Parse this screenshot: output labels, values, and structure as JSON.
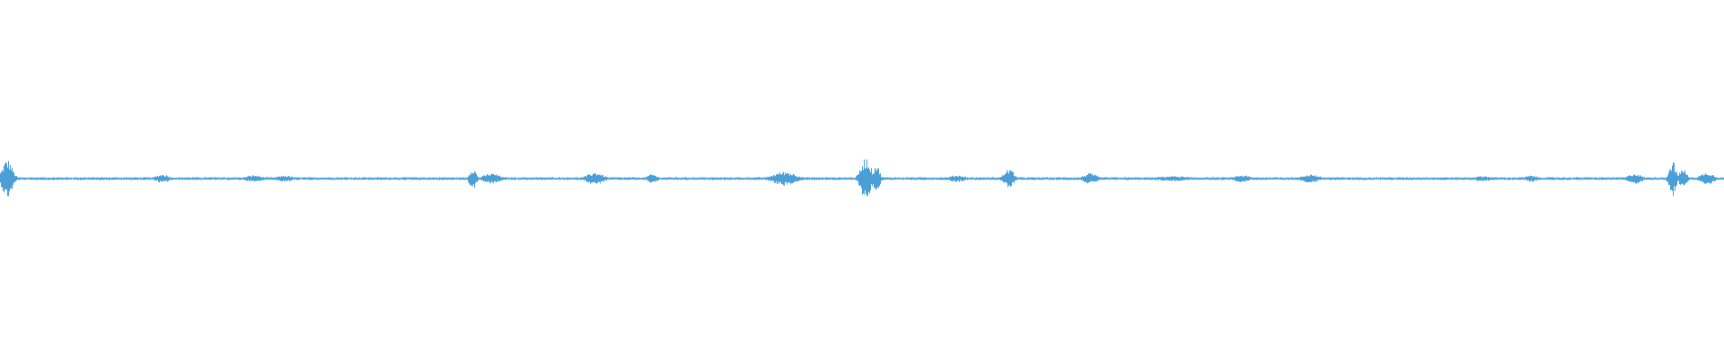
{
  "waveform": {
    "color": "#4a9fd8",
    "background": "#ffffff",
    "duration_fraction_note_free": true,
    "baseline_amplitude": 0.008,
    "bursts": [
      {
        "position": 0.004,
        "amplitude": 0.11,
        "width": 0.006
      },
      {
        "position": 0.094,
        "amplitude": 0.025,
        "width": 0.008
      },
      {
        "position": 0.147,
        "amplitude": 0.02,
        "width": 0.01
      },
      {
        "position": 0.165,
        "amplitude": 0.018,
        "width": 0.01
      },
      {
        "position": 0.274,
        "amplitude": 0.06,
        "width": 0.004
      },
      {
        "position": 0.285,
        "amplitude": 0.03,
        "width": 0.01
      },
      {
        "position": 0.345,
        "amplitude": 0.035,
        "width": 0.01
      },
      {
        "position": 0.378,
        "amplitude": 0.025,
        "width": 0.006
      },
      {
        "position": 0.455,
        "amplitude": 0.04,
        "width": 0.014
      },
      {
        "position": 0.502,
        "amplitude": 0.12,
        "width": 0.006
      },
      {
        "position": 0.508,
        "amplitude": 0.08,
        "width": 0.004
      },
      {
        "position": 0.555,
        "amplitude": 0.02,
        "width": 0.01
      },
      {
        "position": 0.585,
        "amplitude": 0.055,
        "width": 0.006
      },
      {
        "position": 0.632,
        "amplitude": 0.03,
        "width": 0.008
      },
      {
        "position": 0.68,
        "amplitude": 0.015,
        "width": 0.02
      },
      {
        "position": 0.72,
        "amplitude": 0.02,
        "width": 0.01
      },
      {
        "position": 0.76,
        "amplitude": 0.025,
        "width": 0.01
      },
      {
        "position": 0.86,
        "amplitude": 0.015,
        "width": 0.012
      },
      {
        "position": 0.888,
        "amplitude": 0.018,
        "width": 0.008
      },
      {
        "position": 0.948,
        "amplitude": 0.03,
        "width": 0.008
      },
      {
        "position": 0.97,
        "amplitude": 0.1,
        "width": 0.004
      },
      {
        "position": 0.976,
        "amplitude": 0.06,
        "width": 0.004
      },
      {
        "position": 0.99,
        "amplitude": 0.035,
        "width": 0.008
      }
    ]
  }
}
